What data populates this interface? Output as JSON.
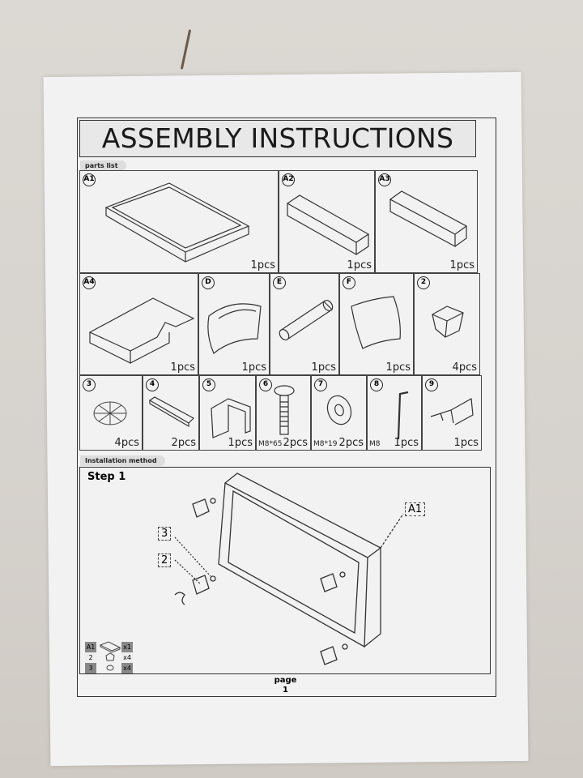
{
  "title": "ASSEMBLY INSTRUCTIONS",
  "parts_tab": "parts list",
  "parts": [
    {
      "id": "A1",
      "qty": "1pcs",
      "icon": "frame-panel-icon"
    },
    {
      "id": "A2",
      "qty": "1pcs",
      "icon": "beam-icon"
    },
    {
      "id": "A3",
      "qty": "1pcs",
      "icon": "beam-icon"
    },
    {
      "id": "A4",
      "qty": "1pcs",
      "icon": "l-board-icon"
    },
    {
      "id": "D",
      "qty": "1pcs",
      "icon": "cushion-icon"
    },
    {
      "id": "E",
      "qty": "1pcs",
      "icon": "roll-icon"
    },
    {
      "id": "F",
      "qty": "1pcs",
      "icon": "pillow-icon"
    },
    {
      "id": "2",
      "qty": "4pcs",
      "icon": "foot-icon"
    },
    {
      "id": "3",
      "qty": "4pcs",
      "icon": "pad-icon"
    },
    {
      "id": "4",
      "qty": "2pcs",
      "icon": "plate-icon"
    },
    {
      "id": "5",
      "qty": "1pcs",
      "icon": "bracket-icon"
    },
    {
      "id": "6",
      "qty": "2pcs",
      "spec": "M8*65",
      "icon": "bolt-icon"
    },
    {
      "id": "7",
      "qty": "2pcs",
      "spec": "M8*19",
      "icon": "washer-icon"
    },
    {
      "id": "8",
      "qty": "1pcs",
      "spec": "M8",
      "icon": "allen-key-icon"
    },
    {
      "id": "9",
      "qty": "1pcs",
      "icon": "hook-bracket-icon"
    }
  ],
  "install_tab": "Installation method",
  "step": "Step 1",
  "callouts": {
    "c3": "3",
    "c2": "2",
    "a1": "A1"
  },
  "legend": [
    {
      "id": "A1",
      "count": "x1"
    },
    {
      "id": "2",
      "count": "x4"
    },
    {
      "id": "3",
      "count": "x4"
    }
  ],
  "page_label": "page",
  "page_number": "1"
}
